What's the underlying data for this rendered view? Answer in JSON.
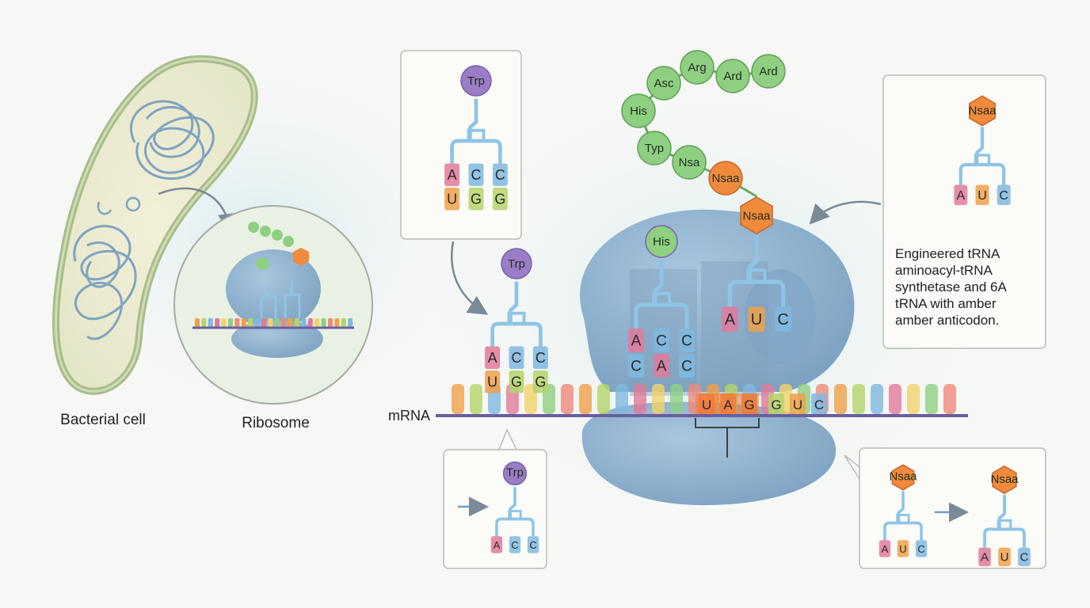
{
  "labels": {
    "bacterial_cell": "Bacterial cell",
    "ribosome": "Ribosome",
    "mrna": "mRNA"
  },
  "callout_text": [
    "Engineered tRNA",
    "aminoacyl-tRNA",
    "synthetase and 6A",
    "tRNA with amber",
    "amber anticodon."
  ],
  "peptide_chain": [
    "His",
    "Asc",
    "Arg",
    "Ard",
    "Ard",
    "Typ",
    "Nsa",
    "Nsaa"
  ],
  "amino_acids": {
    "trp": "Trp",
    "his": "His",
    "nsaa": "Nsaa"
  },
  "codons": {
    "trp_panel_anticodon": [
      "A",
      "C",
      "C"
    ],
    "trp_panel_codon": [
      "U",
      "G",
      "G"
    ],
    "incoming_anticodon": [
      "A",
      "C",
      "C"
    ],
    "incoming_codon": [
      "U",
      "G",
      "G"
    ],
    "his_anticodon": [
      "A",
      "C",
      "C"
    ],
    "his_codon": [
      "C",
      "A",
      "C"
    ],
    "amber_anticodon": [
      "A",
      "U",
      "C"
    ],
    "amber_codon": [
      "U",
      "A",
      "G"
    ],
    "downstream_codon": [
      "G",
      "U",
      "C"
    ],
    "engineered_anticodon": [
      "A",
      "U",
      "C"
    ],
    "bottom_left_anticodon": [
      "A",
      "C",
      "C"
    ],
    "bottom_right_before": [
      "A",
      "U",
      "C"
    ],
    "bottom_right_after": [
      "A",
      "U",
      "C"
    ]
  },
  "colors": {
    "ribosome": "#8fb3d0",
    "trna": "#8ec5e6",
    "trp_bead": "#9b7cc6",
    "peptide_bead": "#8fcf82",
    "nsaa": "#f08a3c",
    "mrna_line": "#6a5f9e",
    "amber_codon": "#f07a3a",
    "cell_wall": "#b8c99a"
  }
}
